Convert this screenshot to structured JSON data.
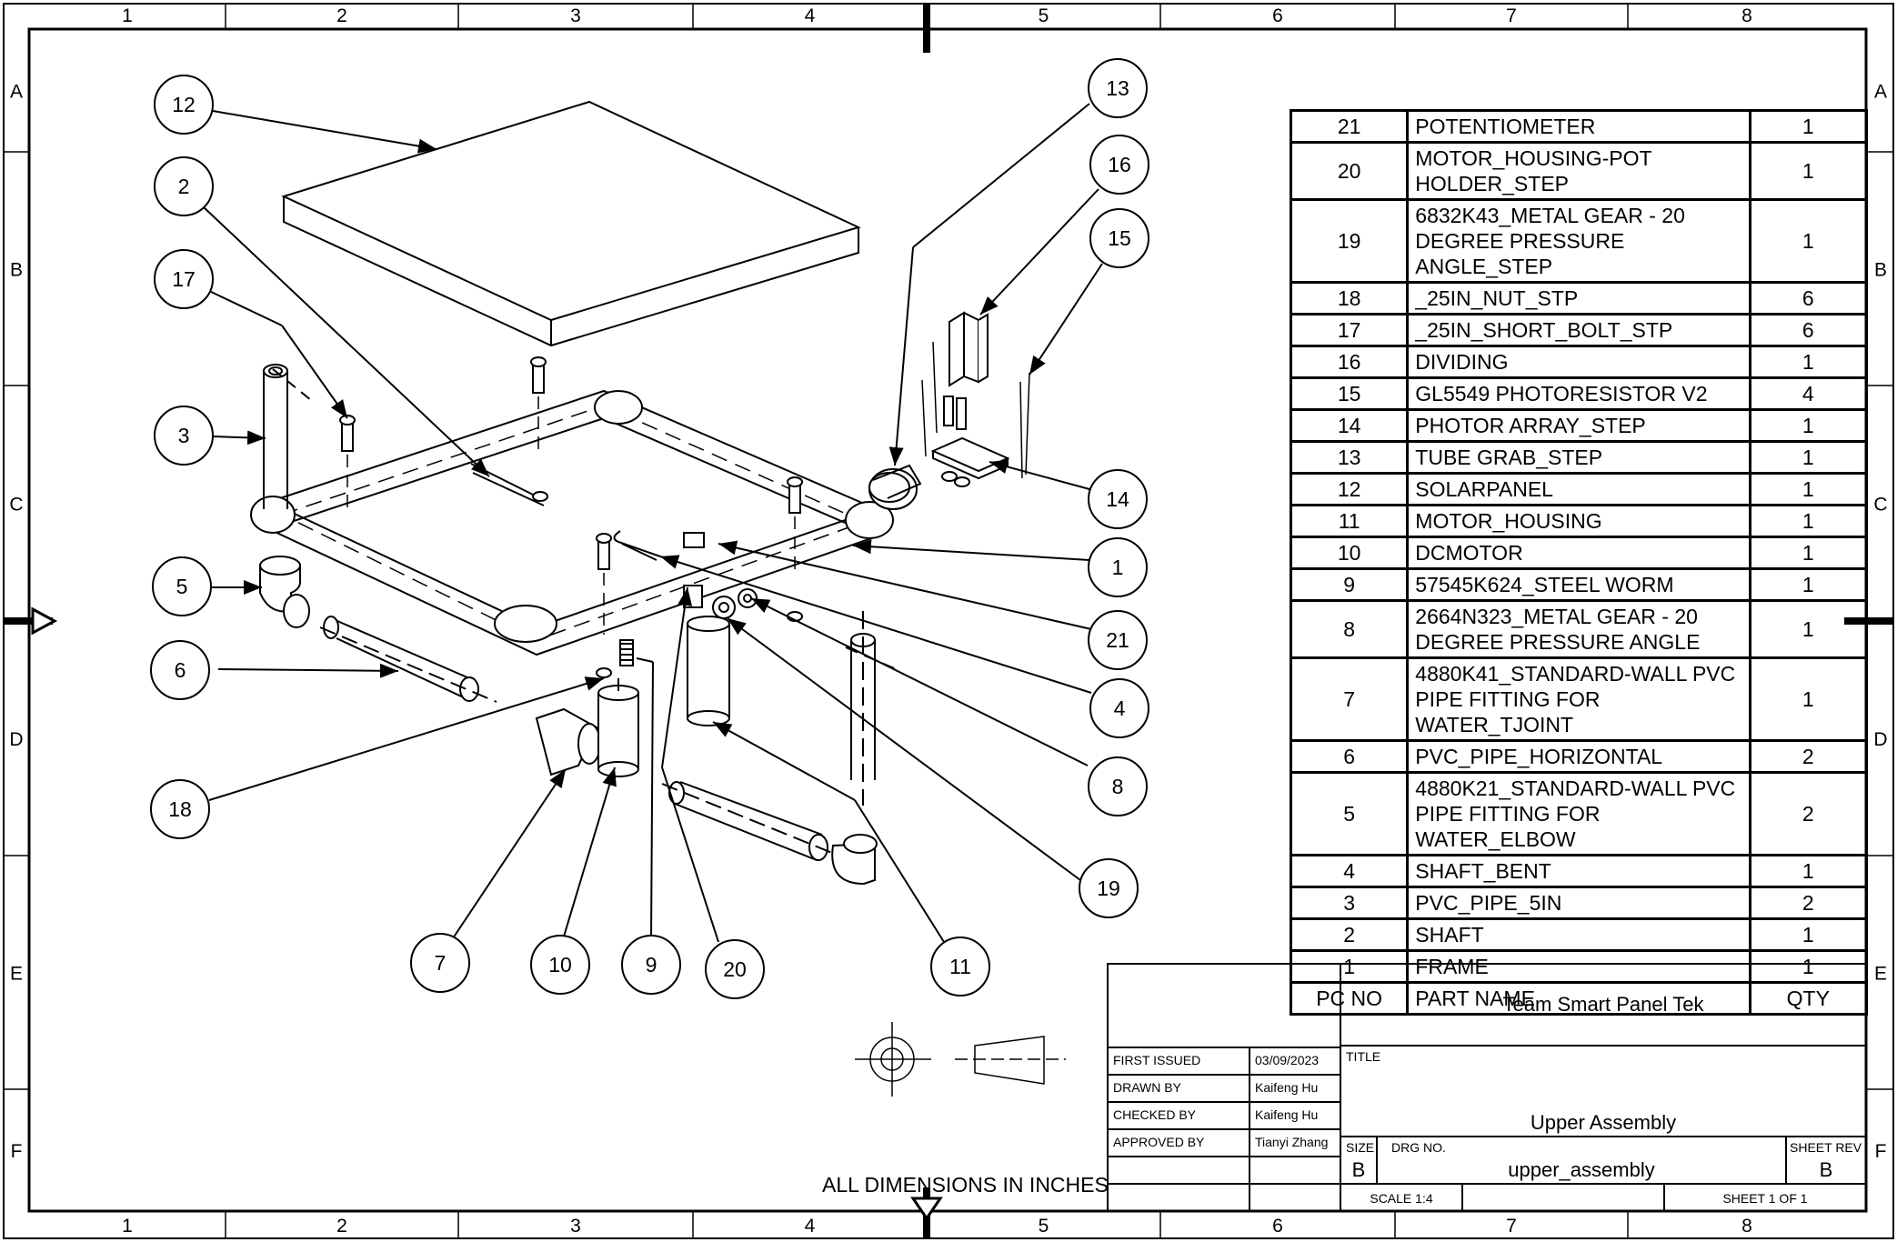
{
  "border": {
    "columns": [
      "1",
      "2",
      "3",
      "4",
      "5",
      "6",
      "7",
      "8"
    ],
    "rows": [
      "A",
      "B",
      "C",
      "D",
      "E",
      "F"
    ]
  },
  "callouts": [
    "12",
    "2",
    "17",
    "3",
    "5",
    "6",
    "18",
    "13",
    "16",
    "15",
    "14",
    "1",
    "21",
    "4",
    "8",
    "19",
    "7",
    "10",
    "9",
    "20",
    "11"
  ],
  "bom": {
    "rows": [
      {
        "no": "21",
        "name": "POTENTIOMETER",
        "qty": "1"
      },
      {
        "no": "20",
        "name": "MOTOR_HOUSING-POT HOLDER_STEP",
        "qty": "1"
      },
      {
        "no": "19",
        "name": "6832K43_METAL GEAR - 20 DEGREE PRESSURE ANGLE_STEP",
        "qty": "1"
      },
      {
        "no": "18",
        "name": "_25IN_NUT_STP",
        "qty": "6"
      },
      {
        "no": "17",
        "name": "_25IN_SHORT_BOLT_STP",
        "qty": "6"
      },
      {
        "no": "16",
        "name": "DIVIDING",
        "qty": "1"
      },
      {
        "no": "15",
        "name": "GL5549 PHOTORESISTOR V2",
        "qty": "4"
      },
      {
        "no": "14",
        "name": "PHOTOR ARRAY_STEP",
        "qty": "1"
      },
      {
        "no": "13",
        "name": "TUBE GRAB_STEP",
        "qty": "1"
      },
      {
        "no": "12",
        "name": "SOLARPANEL",
        "qty": "1"
      },
      {
        "no": "11",
        "name": "MOTOR_HOUSING",
        "qty": "1"
      },
      {
        "no": "10",
        "name": "DCMOTOR",
        "qty": "1"
      },
      {
        "no": "9",
        "name": "57545K624_STEEL WORM",
        "qty": "1"
      },
      {
        "no": "8",
        "name": "2664N323_METAL GEAR - 20 DEGREE PRESSURE ANGLE",
        "qty": "1"
      },
      {
        "no": "7",
        "name": "4880K41_STANDARD-WALL PVC PIPE FITTING FOR WATER_TJOINT",
        "qty": "1"
      },
      {
        "no": "6",
        "name": "PVC_PIPE_HORIZONTAL",
        "qty": "2"
      },
      {
        "no": "5",
        "name": "4880K21_STANDARD-WALL PVC PIPE FITTING FOR WATER_ELBOW",
        "qty": "2"
      },
      {
        "no": "4",
        "name": "SHAFT_BENT",
        "qty": "1"
      },
      {
        "no": "3",
        "name": "PVC_PIPE_5IN",
        "qty": "2"
      },
      {
        "no": "2",
        "name": "SHAFT",
        "qty": "1"
      },
      {
        "no": "1",
        "name": "FRAME",
        "qty": "1"
      }
    ],
    "header": {
      "no": "PC NO",
      "name": "PART NAME",
      "qty": "QTY"
    }
  },
  "title_block": {
    "company": "Team Smart Panel Tek",
    "title_label": "TITLE",
    "title": "Upper Assembly",
    "first_issued_label": "FIRST ISSUED",
    "first_issued": "03/09/2023",
    "drawn_by_label": "DRAWN BY",
    "drawn_by": "Kaifeng Hu",
    "checked_by_label": "CHECKED BY",
    "checked_by": "Kaifeng Hu",
    "approved_by_label": "APPROVED BY",
    "approved_by": "Tianyi Zhang",
    "size_label": "SIZE",
    "size": "B",
    "drg_no_label": "DRG NO.",
    "drg_no": "upper_assembly",
    "sheet_rev_label": "SHEET REV",
    "sheet_rev": "B",
    "scale": "SCALE 1:4",
    "sheet": "SHEET 1 OF 1"
  },
  "note": "ALL DIMENSIONS IN INCHES"
}
